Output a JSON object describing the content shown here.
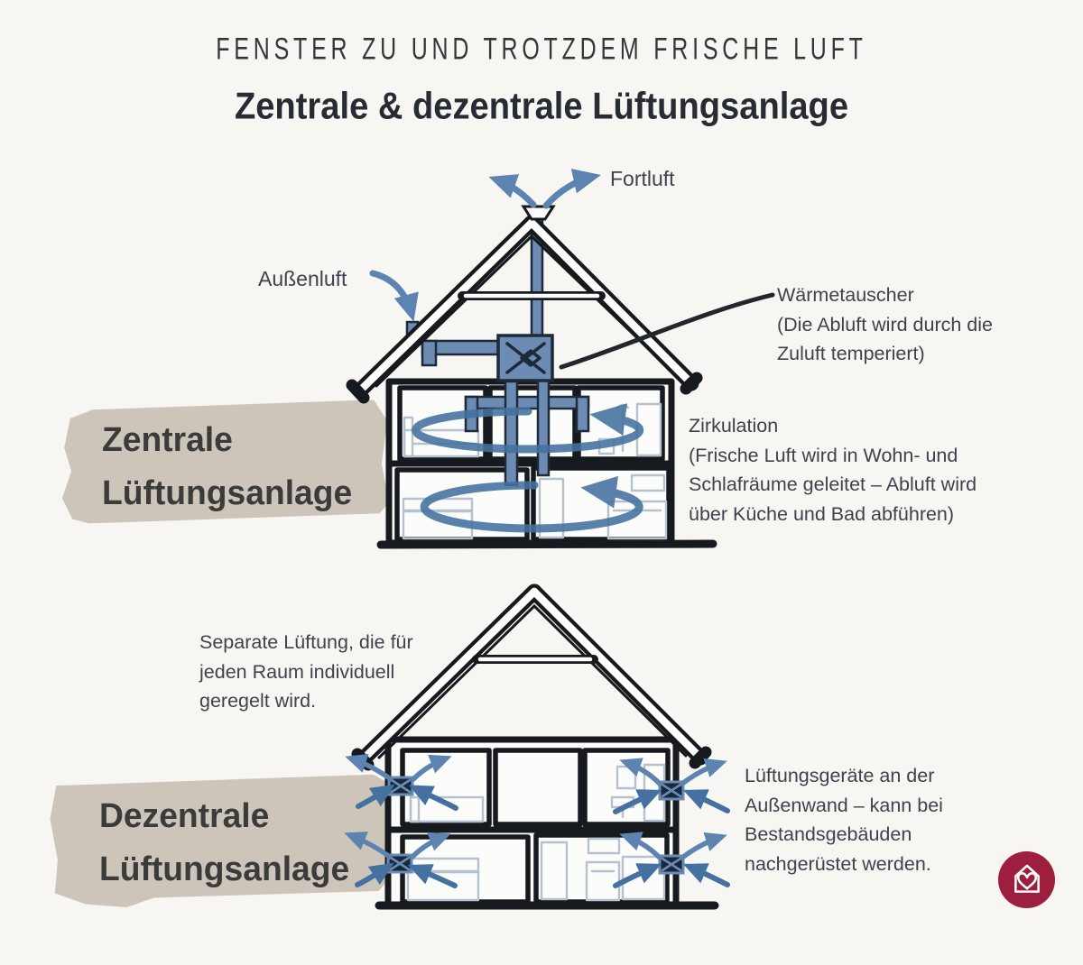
{
  "header": {
    "eyebrow": "FENSTER ZU UND TROTZDEM FRISCHE LUFT",
    "title": "Zentrale & dezentrale Lüftungsanlage"
  },
  "colors": {
    "background": "#f7f6f3",
    "ink": "#161a1f",
    "arrow_blue": "#5d83b1",
    "arrow_blue_dark": "#44719f",
    "duct_blue": "#6c8cb4",
    "duct_dark": "#1c2a3a",
    "unit_dark": "#17293b",
    "furniture": "#b5c1cf",
    "text": "#3d434d",
    "tape": "#cdc5b9",
    "title_color": "#272c34",
    "logo_red": "#9d1f3d"
  },
  "central": {
    "tape": {
      "line1": "Zentrale",
      "line2": "Lüftungsanlage"
    },
    "labels": {
      "fortluft": "Fortluft",
      "aussenluft": "Außenluft",
      "waermetauscher": {
        "lines": [
          "Wärmetauscher",
          "(Die Abluft wird durch die",
          "Zuluft temperiert)"
        ]
      },
      "zirkulation": {
        "lines": [
          "Zirkulation",
          "(Frische Luft wird in Wohn- und",
          "Schlafräume geleitet – Abluft wird",
          "über Küche und Bad abführen)"
        ]
      }
    }
  },
  "decentral": {
    "tape": {
      "line1": "Dezentrale",
      "line2": "Lüftungsanlage"
    },
    "labels": {
      "separate": {
        "lines": [
          "Separate Lüftung, die für",
          "jeden Raum individuell",
          "geregelt wird."
        ]
      },
      "devices": {
        "lines": [
          "Lüftungsgeräte an der",
          "Außenwand – kann bei",
          "Bestandsgebäuden",
          "nachgerüstet werden."
        ]
      }
    }
  }
}
